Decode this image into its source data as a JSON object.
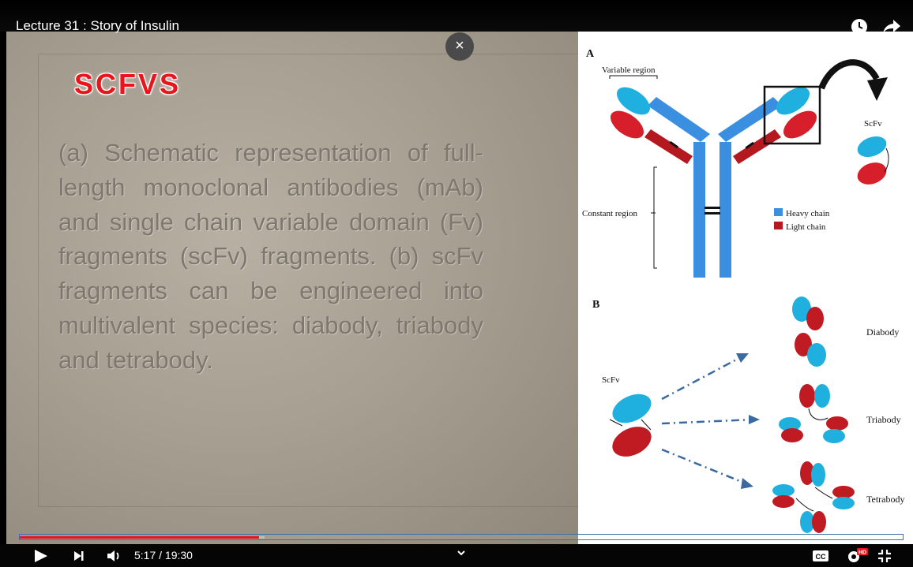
{
  "video": {
    "title": "Lecture 31 : Story of Insulin",
    "current_time": "5:17",
    "duration": "19:30",
    "time_display": "5:17 / 19:30",
    "progress_fraction": 0.271,
    "buffered_fraction": 0.277
  },
  "slide": {
    "title": "SCFVS",
    "body": "(a) Schematic representation of full-length monoclonal antibodies (mAb) and single chain variable domain (Fv) fragments (scFv) fragments. (b) scFv fragments can be engineered into multivalent species: diabody, triabody and tetrabody."
  },
  "figure": {
    "panel_a": "A",
    "panel_b": "B",
    "variable_region": "Variable region",
    "constant_region": "Constant region",
    "scfv_a": "ScFv",
    "heavy_chain": "Heavy chain",
    "light_chain": "Light chain",
    "scfv_b": "ScFv",
    "diabody": "Diabody",
    "triabody": "Triabody",
    "tetrabody": "Tetrabody"
  },
  "overlay": {
    "close_symbol": "×"
  },
  "controls": {
    "cc_label": "CC",
    "hd_badge": "HD"
  },
  "icons": [
    "clock-icon",
    "share-icon",
    "close-icon",
    "play-icon",
    "next-icon",
    "volume-icon",
    "chevron-down-icon",
    "cc-icon",
    "settings-icon",
    "fullscreen-exit-icon"
  ],
  "colors": {
    "heavy_chain": "#3a8fe0",
    "light_chain": "#c01a22",
    "variable_heavy": "#1fb0e0",
    "variable_light": "#d61f2a",
    "progress_played": "#e8161c",
    "title_red": "#e8161c"
  }
}
